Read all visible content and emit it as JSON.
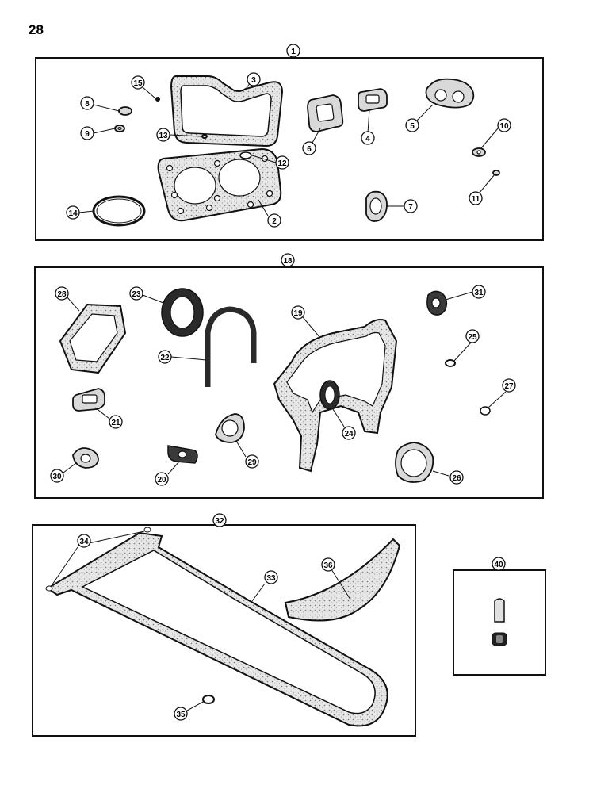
{
  "page": {
    "number": "28"
  },
  "panels": [
    {
      "label": "1"
    },
    {
      "label": "18"
    },
    {
      "label": "32"
    },
    {
      "label": "40"
    }
  ],
  "callouts": {
    "c1": "1",
    "c2": "2",
    "c3": "3",
    "c4": "4",
    "c5": "5",
    "c6": "6",
    "c7": "7",
    "c8": "8",
    "c9": "9",
    "c10": "10",
    "c11": "11",
    "c12": "12",
    "c13": "13",
    "c14": "14",
    "c15": "15",
    "c18": "18",
    "c19": "19",
    "c20": "20",
    "c21": "21",
    "c22": "22",
    "c23": "23",
    "c24": "24",
    "c25": "25",
    "c26": "26",
    "c27": "27",
    "c28": "28",
    "c29": "29",
    "c30": "30",
    "c31": "31",
    "c32": "32",
    "c33": "33",
    "c34": "34",
    "c35": "35",
    "c36": "36",
    "c40": "40"
  }
}
